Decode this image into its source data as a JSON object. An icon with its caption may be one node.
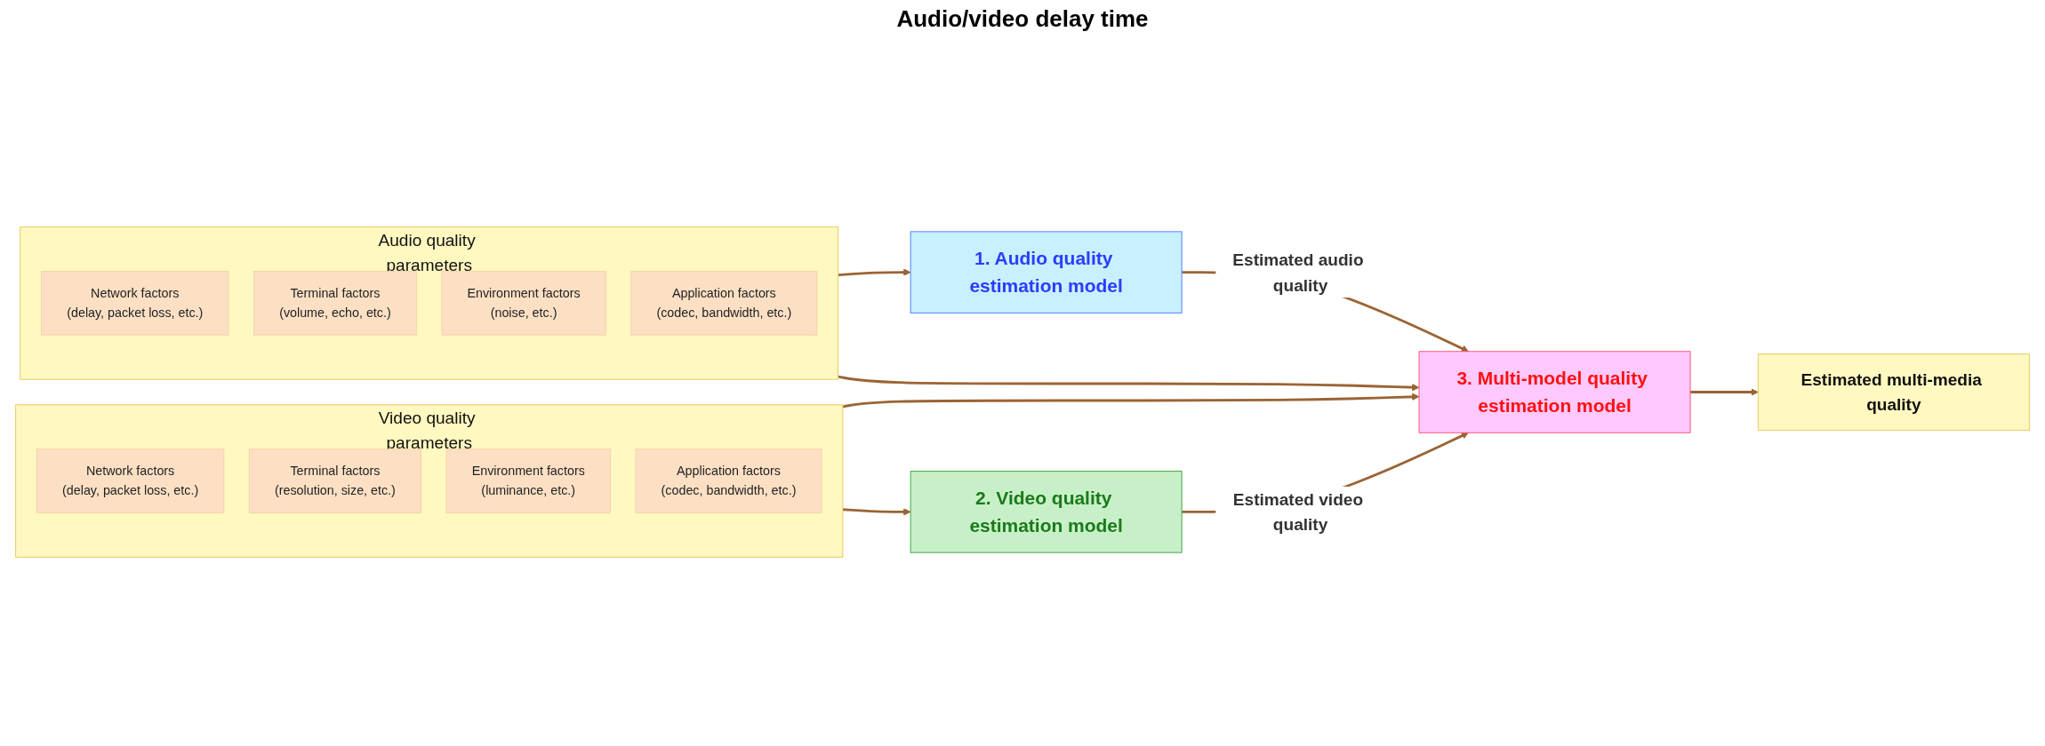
{
  "diagram": {
    "nodes": [
      {
        "text": [
          "Audio quality parameters"
        ]
      },
      {
        "text": [
          "Network factors",
          "(delay, packet loss, etc.)"
        ],
        "in": 0
      },
      {
        "text": [
          "Terminal factors",
          "(volume, echo, etc.)"
        ],
        "in": 0
      },
      {
        "text": [
          "Environment factors",
          "(noise, etc.)"
        ],
        "in": 0
      },
      {
        "text": [
          "Application factors",
          "(codec, bandwidth, etc.)"
        ],
        "in": 0
      },
      {
        "text": [
          "1. Audio quality estimation model"
        ]
      },
      {
        "text": [
          "Video quality parameters"
        ]
      },
      {
        "text": [
          "Network factors",
          "(delay, packet loss, etc.)"
        ],
        "in": 6
      },
      {
        "text": [
          "Terminal factors",
          "(resolution, size, etc.)"
        ],
        "in": 6
      },
      {
        "text": [
          "Environment factors",
          "(luminance, etc.)"
        ],
        "in": 6
      },
      {
        "text": [
          "Application factors",
          "(codec, bandwidth, etc.)"
        ],
        "in": 6
      },
      {
        "text": [
          "2. Video quality estimation model"
        ]
      },
      {
        "text": [
          "3. Multi-model quality estimation model"
        ]
      },
      {
        "text": [
          "Estimated multi-media quality"
        ]
      }
    ],
    "edges": [
      {
        "from": 0,
        "to": 5,
        "arrow": "to"
      },
      {
        "from": 5,
        "to": 12,
        "arrow": "to",
        "label": "Estimated audio quality"
      },
      {
        "from": 0,
        "to": 12,
        "arrow": "to"
      },
      {
        "from": 6,
        "to": 12,
        "arrow": "to"
      },
      {
        "from": 6,
        "to": 11,
        "arrow": "to"
      },
      {
        "from": 11,
        "to": 12,
        "arrow": "to",
        "label": "Estimated video quality"
      },
      {
        "from": 12,
        "to": 13,
        "arrow": "to"
      }
    ],
    "labels": [
      "Audio/video delay time"
    ]
  }
}
